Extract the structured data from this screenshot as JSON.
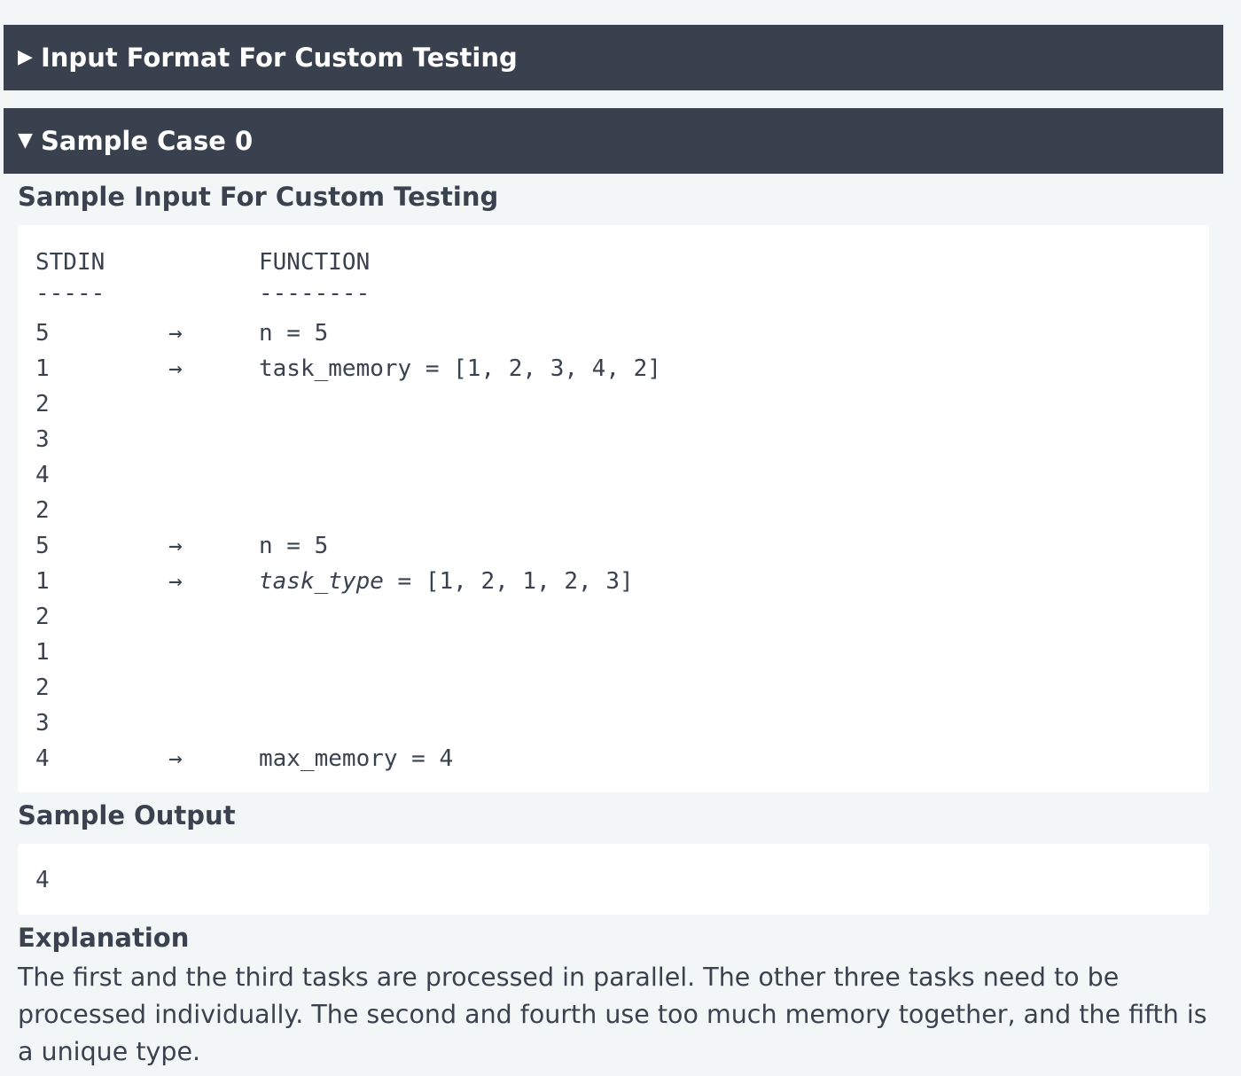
{
  "accordions": {
    "input_format": {
      "caret": "▶",
      "title": "Input Format For Custom Testing"
    },
    "sample_case": {
      "caret": "▼",
      "title": "Sample Case 0"
    }
  },
  "sample_input": {
    "heading": "Sample Input For Custom Testing",
    "header": {
      "stdin": "STDIN",
      "function": "FUNCTION"
    },
    "divider": {
      "stdin": "-----",
      "function": "--------"
    },
    "rows": [
      {
        "stdin": "5",
        "arrow": "→",
        "function": "n = 5"
      },
      {
        "stdin": "1",
        "arrow": "→",
        "function": "task_memory = [1, 2, 3, 4, 2]"
      },
      {
        "stdin": "2",
        "arrow": "",
        "function": ""
      },
      {
        "stdin": "3",
        "arrow": "",
        "function": ""
      },
      {
        "stdin": "4",
        "arrow": "",
        "function": ""
      },
      {
        "stdin": "2",
        "arrow": "",
        "function": ""
      },
      {
        "stdin": "5",
        "arrow": "→",
        "function": "n = 5"
      },
      {
        "stdin": "1",
        "arrow": "→",
        "function_italic": "task_type",
        "function_rest": " = [1, 2, 1, 2, 3]"
      },
      {
        "stdin": "2",
        "arrow": "",
        "function": ""
      },
      {
        "stdin": "1",
        "arrow": "",
        "function": ""
      },
      {
        "stdin": "2",
        "arrow": "",
        "function": ""
      },
      {
        "stdin": "3",
        "arrow": "",
        "function": ""
      },
      {
        "stdin": "4",
        "arrow": "→",
        "function": "max_memory = 4"
      }
    ]
  },
  "sample_output": {
    "heading": "Sample Output",
    "value": "4"
  },
  "explanation": {
    "heading": "Explanation",
    "text": "The first and the third tasks are processed in parallel. The other three tasks need to be processed individually. The second and fourth use too much memory together, and the fifth is a unique type."
  }
}
